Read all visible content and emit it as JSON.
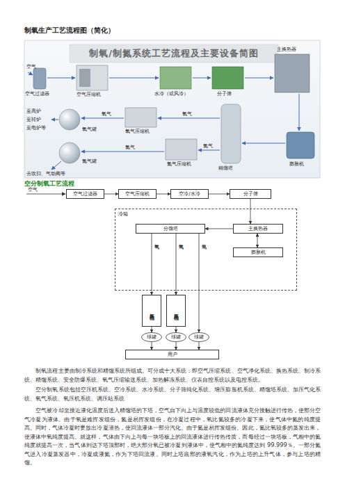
{
  "diagram": {
    "title": "制氧生产工艺流程图（简化）",
    "nodes": [
      {
        "text": [
          "空气过滤器"
        ]
      },
      {
        "text": [
          "空气压缩机"
        ]
      },
      {
        "text": [
          "空冷/水冷"
        ]
      },
      {
        "text": [
          "分子筛"
        ]
      },
      {
        "text": [
          "冷箱"
        ]
      },
      {
        "text": [
          "分馏塔"
        ],
        "in": 4
      },
      {
        "text": [
          "主换热器"
        ],
        "in": 4
      },
      {
        "text": [
          "膨胀机"
        ],
        "in": 4
      },
      {
        "text": [
          "氧气压缩机"
        ]
      },
      {
        "text": [
          "氮气压缩机"
        ]
      },
      {
        "text": [
          "球罐"
        ]
      },
      {
        "text": [
          "球罐"
        ]
      },
      {
        "text": [
          "球罐"
        ]
      },
      {
        "text": [
          "用户"
        ]
      }
    ],
    "edges": [
      {
        "from": 0,
        "to": 1,
        "arrow": "to"
      },
      {
        "from": 1,
        "to": 2,
        "arrow": "to"
      },
      {
        "from": 2,
        "to": 3,
        "arrow": "to"
      },
      {
        "from": 3,
        "to": 6,
        "arrow": "to"
      },
      {
        "from": 6,
        "to": 5,
        "arrow": "to"
      },
      {
        "from": 6,
        "to": 7,
        "arrow": "both"
      },
      {
        "from": 5,
        "to": 8,
        "label": "氧气",
        "arrow": "to"
      },
      {
        "from": 5,
        "to": 9,
        "label": "氮气",
        "arrow": "to"
      },
      {
        "from": 5,
        "to": 12,
        "label": "氩气",
        "arrow": "to"
      },
      {
        "from": 8,
        "to": 10,
        "arrow": "to"
      },
      {
        "from": 9,
        "to": 11,
        "arrow": "to"
      },
      {
        "from": 10,
        "to": 13,
        "arrow": "to"
      },
      {
        "from": 11,
        "to": 13,
        "arrow": "to"
      },
      {
        "from": 12,
        "to": 13,
        "arrow": "to"
      }
    ],
    "labels": [
      "制氧/制氮系统工艺流程及主要设备简图",
      "空气",
      "空气过滤器",
      "空气压缩机",
      "水冷（或风冷）",
      "分子筛",
      "主换热器",
      "至高炉",
      "至转炉",
      "至电炉等",
      "氧气罐",
      "氧气",
      "氧气压缩机",
      "氧气",
      "氮气罐",
      "去吹扫、气动阀等",
      "氮气",
      "氮气压缩机",
      "氮气",
      "精馏塔",
      "膨胀机",
      "空分制氧工艺流程",
      "空气",
      "制氧流程主要由制冷系统和精馏系统所组成。可分成十大系统：即空气压缩系统、空气净化系统、换热系统、制冷系统、精馏系统、安全防爆系统、氧气压缩输送系统、加热解冻系统、仪表自控系统以及电控系统。",
      "空分制氧系统包括空压机系统、空冷系统、水冷系统、分子筛纯化系统、增压膨胀机系统、精馏塔系统、加压气化系统、氧气系统、氧压机系统、调压站系统",
      "空气被冷却至接近液化温度后送入精馏塔的下塔，空气自下向上与温度较低的回流液体充分接触进行传热，使部分空气冷凝为液体。由于氧是难挥发组份，氮是易挥发组份，在冷凝过程中，氧比氮较多的冷凝下来，使气体中氮的纯度提高。同时，气体冷凝时要放出冷凝潜热，使回流液体一部分汽化。由于氮是易挥发组份。因此，氮比氧较多的蒸发出来，使液体中氧纯度提高。就这样，气体由下向上与每一块塔板上的回流液体进行传热传质，而每经过一块塔板，气相中的氮纯度就提高一次，当气体到达下塔顶部时，绝大部分氧已被冷凝到液体中，使气相中的氮纯度达到 99.999％。一部分氮气进入冷凝蒸发器中，冷凝成液氮，作为下塔回流液。同时上塔底部的液氧汽化，作为上塔的上升气体，参与上塔的精馏。"
    ]
  }
}
